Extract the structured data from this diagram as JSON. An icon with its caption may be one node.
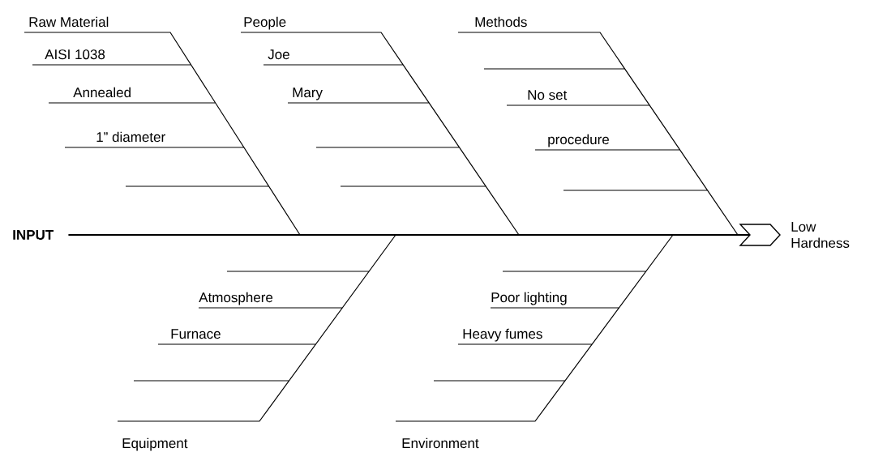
{
  "diagram": {
    "nodes": [
      {
        "text": [
          "INPUT"
        ]
      },
      {
        "text": [],
        "shape": "chevron",
        "beside": [
          "Low Hardness"
        ]
      }
    ],
    "edges": [
      {
        "from": 0,
        "to": 1,
        "arrow": "none"
      }
    ],
    "labels": [
      "Raw Material",
      "AISI  1038",
      "Annealed",
      "1” diameter",
      "People",
      "Joe",
      "Mary",
      "Methods",
      "No  set",
      "procedure",
      "Atmosphere",
      "Furnace",
      "Equipment",
      "Poor lighting",
      "Heavy fumes",
      "Environment"
    ]
  }
}
